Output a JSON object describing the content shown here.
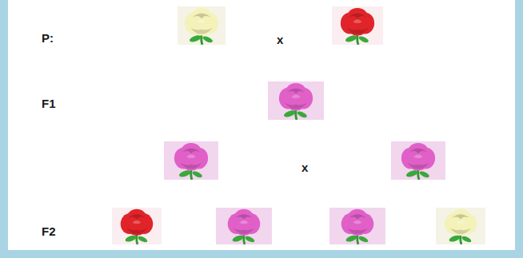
{
  "diagram": {
    "labels": [
      "P:",
      "x",
      "F1",
      "x",
      "F2"
    ]
  }
}
